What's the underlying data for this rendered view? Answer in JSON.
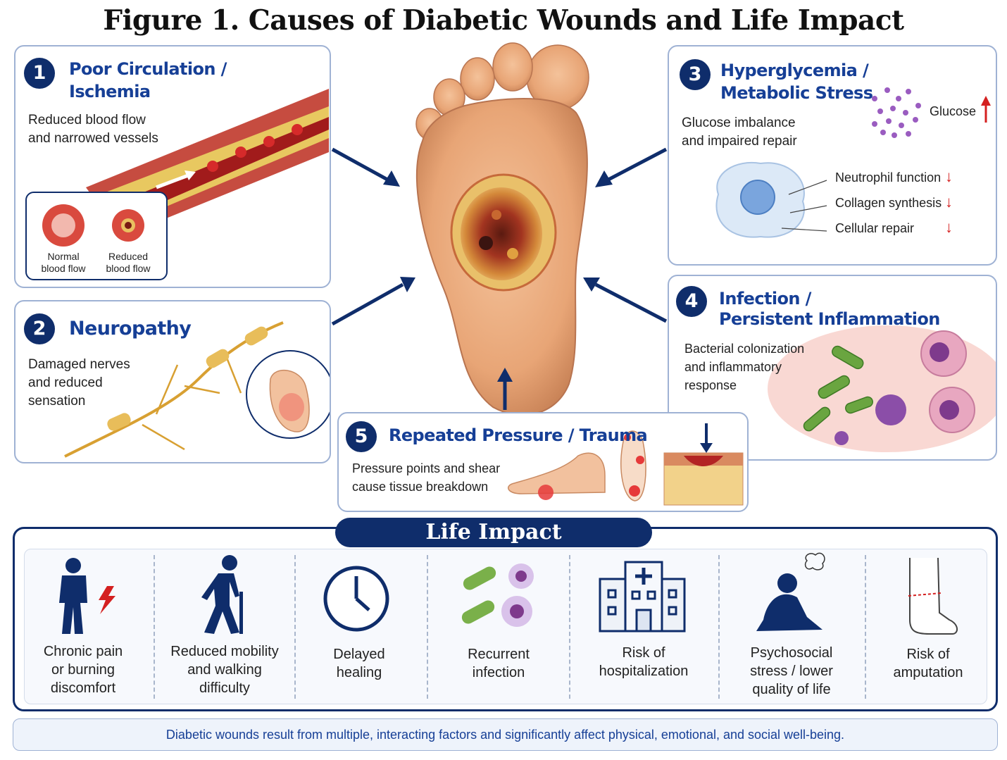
{
  "title": "Figure 1. Causes of Diabetic Wounds and Life Impact",
  "causes": [
    {
      "number": "1",
      "title_line1": "Poor Circulation /",
      "title_line2": "Ischemia",
      "description": "Reduced blood flow\nand narrowed vessels",
      "inset": {
        "normal": "Normal\nblood flow",
        "reduced": "Reduced\nblood flow"
      }
    },
    {
      "number": "2",
      "title_line1": "Neuropathy",
      "description": "Damaged nerves\nand reduced\nsensation"
    },
    {
      "number": "3",
      "title_line1": "Hyperglycemia /",
      "title_line2": "Metabolic Stress",
      "description": "Glucose imbalance\nand impaired repair",
      "glucose_label": "Glucose",
      "effects": [
        "Neutrophil function",
        "Collagen synthesis",
        "Cellular repair"
      ]
    },
    {
      "number": "4",
      "title_line1": "Infection /",
      "title_line2": "Persistent Inflammation",
      "description": "Bacterial colonization\nand inflammatory\nresponse"
    },
    {
      "number": "5",
      "title_line1": "Repeated Pressure / Trauma",
      "description": "Pressure points and shear\ncause tissue breakdown"
    }
  ],
  "life_impact": {
    "heading": "Life Impact",
    "items": [
      {
        "label": "Chronic pain\nor burning\ndiscomfort",
        "icon": "pain-person-icon"
      },
      {
        "label": "Reduced mobility\nand walking\ndifficulty",
        "icon": "walking-cane-icon"
      },
      {
        "label": "Delayed\nhealing",
        "icon": "clock-icon"
      },
      {
        "label": "Recurrent\ninfection",
        "icon": "bacteria-icon"
      },
      {
        "label": "Risk of\nhospitalization",
        "icon": "hospital-icon"
      },
      {
        "label": "Psychosocial\nstress / lower\nquality of life",
        "icon": "distressed-person-icon"
      },
      {
        "label": "Risk of\namputation",
        "icon": "amputation-foot-icon"
      }
    ]
  },
  "footer": "Diabetic wounds result from multiple, interacting factors and significantly affect physical, emotional, and social well-being.",
  "colors": {
    "navy": "#0f2d6b",
    "title_blue": "#163f96",
    "panel_border": "#9fb2d4",
    "down_red": "#d42020"
  }
}
